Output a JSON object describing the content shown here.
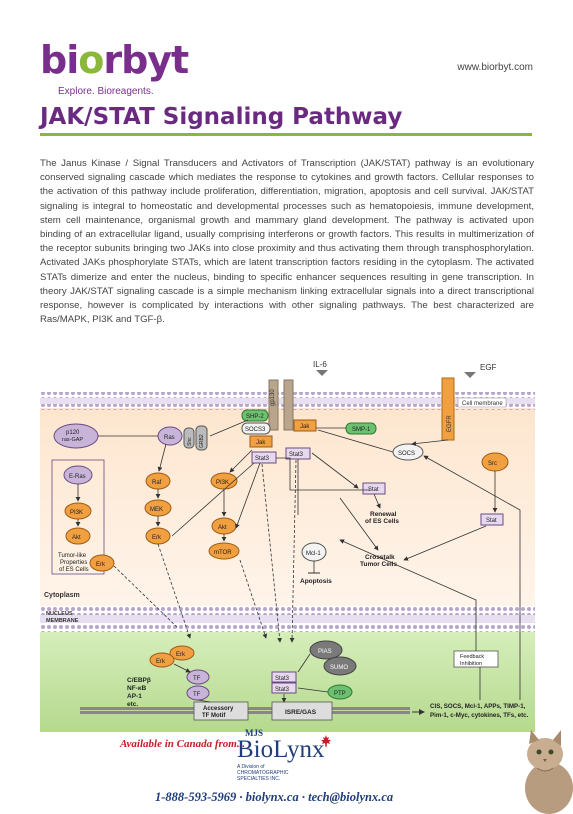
{
  "brand": {
    "logo_part1": "bi",
    "logo_part2": "o",
    "logo_part3": "rbyt",
    "tagline": "Explore. Bioreagents.",
    "website": "www.biorbyt.com"
  },
  "page_title": "JAK/STAT Signaling Pathway",
  "intro": "The Janus Kinase / Signal Transducers and Activators of Transcription (JAK/STAT) pathway is an evolutionary conserved signaling cascade which mediates the response to cytokines and growth factors. Cellular responses to the activation of this pathway include proliferation, differentiation, migration, apoptosis and cell survival. JAK/STAT signaling is integral to homeostatic and developmental processes such as hematopoiesis, immune development, stem cell maintenance, organismal growth and mammary gland development. The pathway is activated upon binding of an extracellular ligand, usually comprising interferons or growth factors. This results in multimerization of the receptor subunits bringing two JAKs into close proximity and thus activating them through transphosphorylation. Activated JAKs phosphorylate STATs, which are latent transcription factors residing in the cytoplasm. The activated STATs dimerize and enter the nucleus, binding to specific enhancer sequences resulting in gene transcription. In theory JAK/STAT signaling cascade is a simple mechanism linking extracellular signals into a direct transcriptional response, however is complicated by interactions with other signaling pathways. The best characterized are Ras/MAPK, PI3K and TGF-β.",
  "diagram": {
    "ligands": {
      "il6": "IL-6",
      "egf": "EGF"
    },
    "receptors": {
      "gp130": "gp130",
      "egfr": "EGFR"
    },
    "compartments": {
      "cell_membrane": "Cell membrane",
      "cytoplasm": "Cytoplasm",
      "nucleus_membrane_1": "NUCLEUS",
      "nucleus_membrane_2": "MEMBRANE"
    },
    "nodes": {
      "shp2": "SHP-2",
      "socs3": "SOCS3",
      "jak_left": "Jak",
      "jak_right": "Jak",
      "smp1": "SMP-1",
      "stat3_a": "Stat3",
      "stat3_b": "Stat3",
      "p120_1": "p120",
      "p120_2": "ras-GAP",
      "ras": "Ras",
      "shc": "Shc",
      "grb2": "GRB2",
      "socs": "SOCS",
      "src": "Src",
      "stat_a": "Stat",
      "stat_b": "Stat",
      "eras": "E-Ras",
      "pi3k_left": "PI3K",
      "akt_left": "Akt",
      "raf": "Raf",
      "mek": "MEK",
      "erk_mid": "Erk",
      "erk_left": "Erk",
      "pi3k_mid": "PI3K",
      "akt_mid": "Akt",
      "mtor": "mTOR",
      "mcl1": "Mcl-1",
      "erk_nuc1": "Erk",
      "erk_nuc2": "Erk",
      "tf1": "TF",
      "tf2": "TF",
      "pias": "PIAS",
      "sumo": "SUMO",
      "ptp": "PTP",
      "stat3_nuc1": "Stat3",
      "stat3_nuc2": "Stat3"
    },
    "labels": {
      "tumor_like_1": "Tumor-like",
      "tumor_like_2": "Properties",
      "tumor_like_3": "of ES Cells",
      "renewal_1": "Renewal",
      "renewal_2": "of ES Cells",
      "crosstalk_1": "Crosstalk",
      "crosstalk_2": "Tumor Cells",
      "apoptosis": "Apoptosis",
      "feedback_1": "Feedback",
      "feedback_2": "Inhibition",
      "tf_list_1": "C/EBPβ",
      "tf_list_2": "NF-κB",
      "tf_list_3": "AP-1",
      "tf_list_4": "etc.",
      "accessory_1": "Accessory",
      "accessory_2": "TF Motif",
      "isre": "ISRE/GAS",
      "targets_1": "CIS, SOCS, Mcl-1, APPs, TIMP-1,",
      "targets_2": "Pim-1, c-Myc, cytokines, TFs, etc."
    }
  },
  "footer": {
    "available": "Available in Canada from...",
    "mjs": "MJS",
    "biolynx": "BioLynx",
    "division_1": "A Division of",
    "division_2": "CHROMATOGRAPHIC SPECIALTIES INC.",
    "contact": "1-888-593-5969 · biolynx.ca · tech@biolynx.ca"
  },
  "colors": {
    "brand_purple": "#7a2e8c",
    "brand_green": "#8ab83a",
    "kinase_orange": "#f0a040",
    "smp_green": "#6cc070",
    "ras_purple": "#c9b4d9",
    "nucleus_green": "#c6e3a6",
    "cytoplasm": "#fde9d6",
    "receptor_tan": "#b9a48c"
  }
}
